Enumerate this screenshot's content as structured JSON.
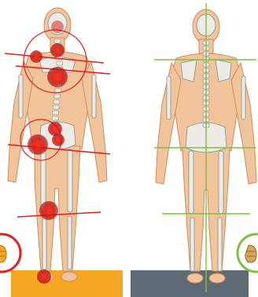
{
  "panels": [
    {
      "side": "left",
      "state": "misaligned",
      "accent_color": "#e0201d",
      "base_color": "#f5a623",
      "badge_icon": "foot-sole-icon",
      "pain_points": [
        "head",
        "neck",
        "upper-back",
        "lower-back",
        "left-hip",
        "right-hip",
        "left-knee",
        "left-foot"
      ]
    },
    {
      "side": "right",
      "state": "aligned",
      "accent_color": "#7fbf3f",
      "base_color": "#5f6b74",
      "badge_icon": "foot-sole-icon"
    }
  ],
  "colors": {
    "skin": "#f2c49b",
    "skin_outline": "#c98e5e",
    "bone": "#ecebe6",
    "bone_outline": "#8d8c86"
  }
}
